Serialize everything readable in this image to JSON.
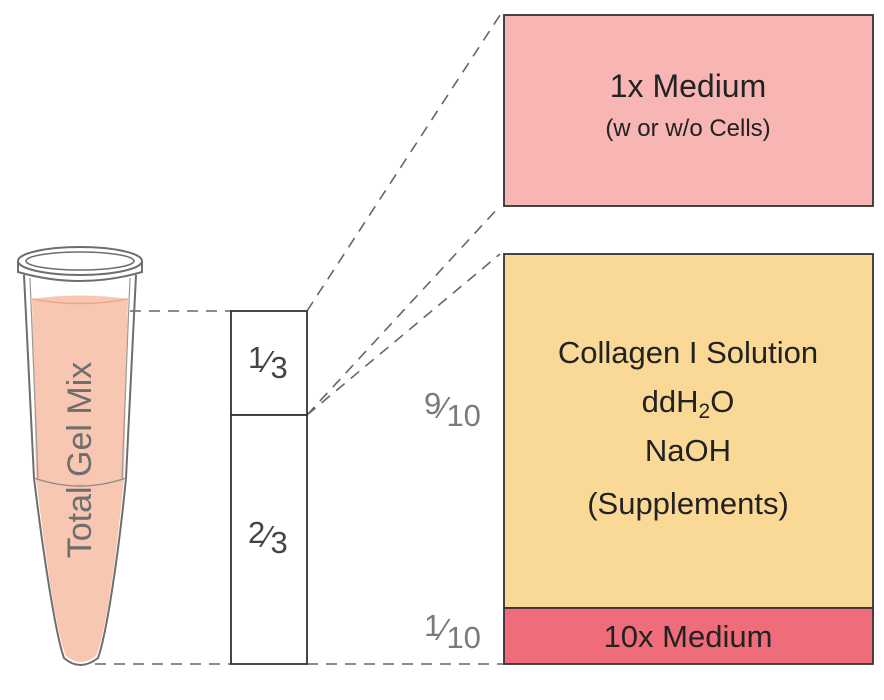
{
  "tube": {
    "label": "Total Gel Mix",
    "fill_color": "#f7c7b2",
    "outline_color": "#6e6e6e"
  },
  "column": {
    "top_fraction": {
      "num": "1",
      "den": "3"
    },
    "bottom_fraction": {
      "num": "2",
      "den": "3"
    }
  },
  "side_fractions": {
    "upper": {
      "num": "9",
      "den": "10"
    },
    "lower": {
      "num": "1",
      "den": "10"
    }
  },
  "boxes": {
    "medium_1x": {
      "title": "1x Medium",
      "subtitle": "(w or w/o Cells)",
      "color": "#f7b6b3"
    },
    "collagen": {
      "line1": "Collagen I Solution",
      "line2_pre": "ddH",
      "line2_sub": "2",
      "line2_post": "O",
      "line3": "NaOH",
      "line4": "(Supplements)",
      "color": "#fad996"
    },
    "medium_10x": {
      "title": "10x Medium",
      "color": "#ef6d7a"
    }
  },
  "colors": {
    "stroke": "#333333",
    "dash": "#666666",
    "fraction_text": "#7a7a7a"
  }
}
